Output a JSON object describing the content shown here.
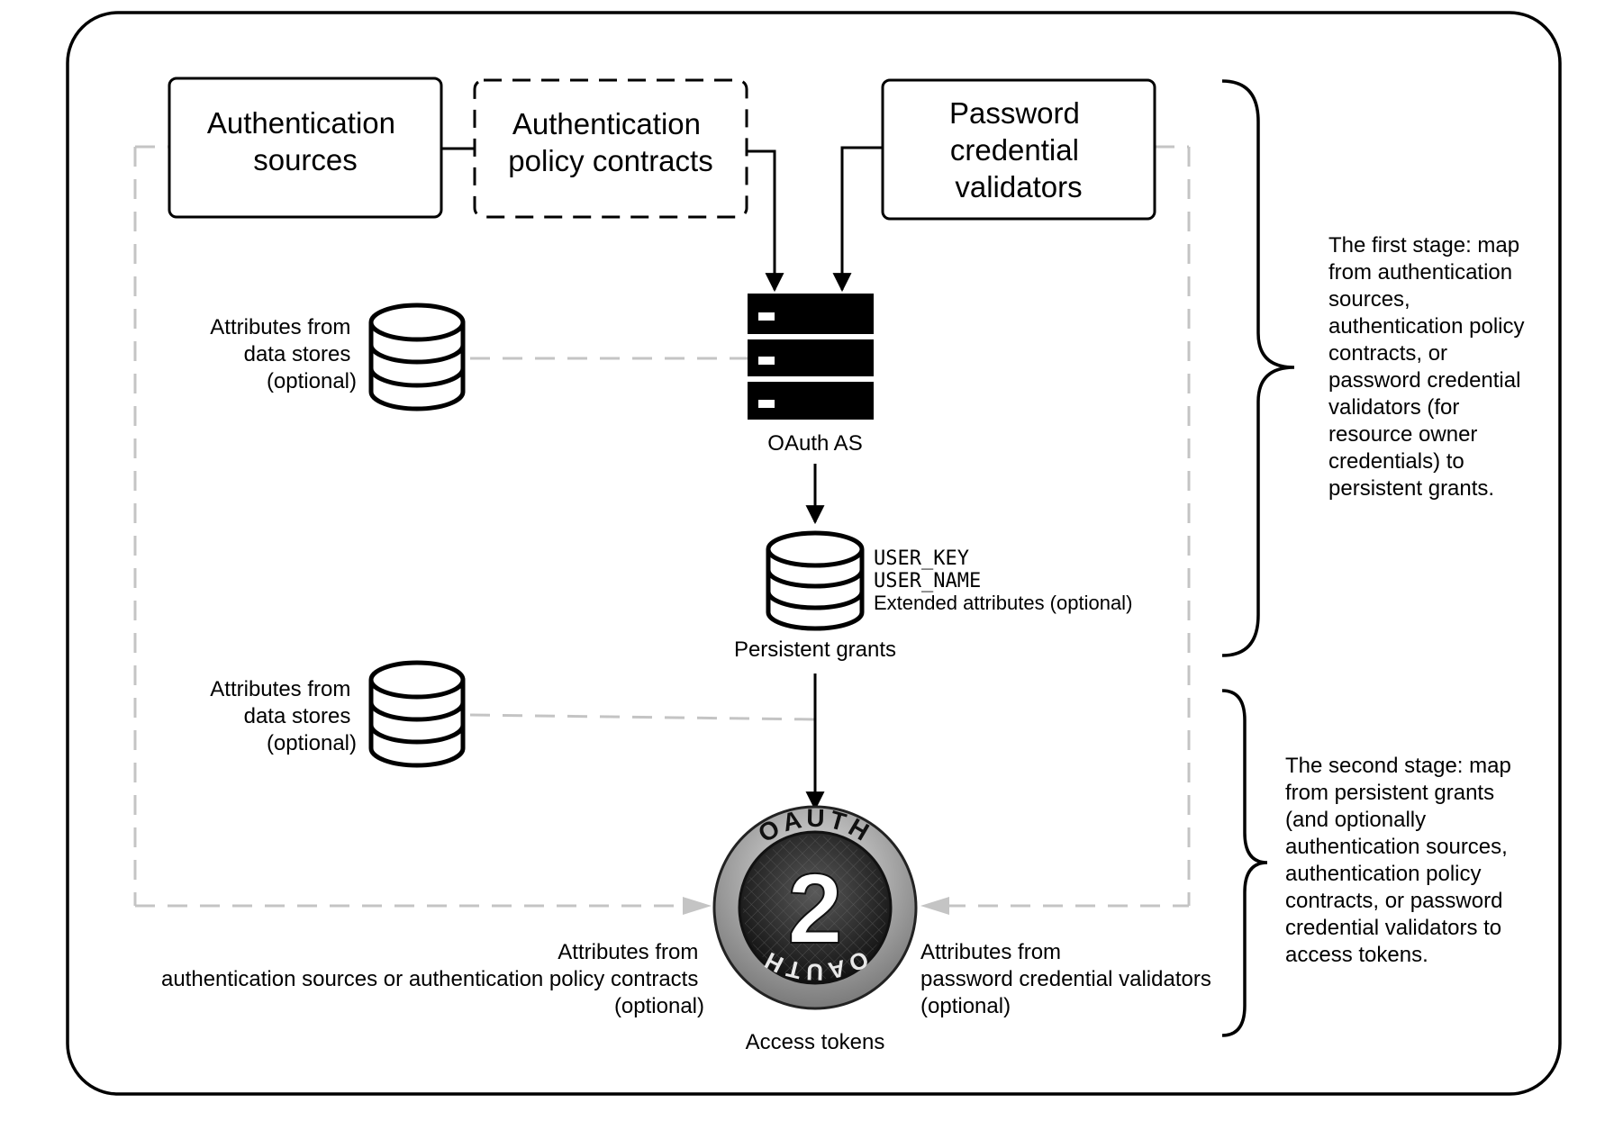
{
  "top_boxes": {
    "auth_sources": [
      "Authentication",
      "sources"
    ],
    "policy_contracts": [
      "Authentication",
      "policy contracts"
    ],
    "password_validators": [
      "Password",
      "credential",
      "validators"
    ]
  },
  "datastore_upper": {
    "label": [
      "Attributes from",
      "data stores",
      "(optional)"
    ]
  },
  "datastore_lower": {
    "label": [
      "Attributes from",
      "data stores",
      "(optional)"
    ]
  },
  "oauth_as": {
    "label": "OAuth AS"
  },
  "persistent_grants": {
    "label": "Persistent grants",
    "attributes": [
      "USER_KEY",
      "USER_NAME",
      "Extended attributes (optional)"
    ]
  },
  "access_tokens": {
    "label": "Access tokens",
    "badge_top": "OAUTH",
    "badge_bottom": "OAUTH",
    "badge_number": "2",
    "left_label": [
      "Attributes from",
      "authentication sources or authentication policy contracts",
      "(optional)"
    ],
    "right_label": [
      "Attributes from",
      "password credential validators",
      "(optional)"
    ]
  },
  "stages": {
    "first": [
      "The first stage: map",
      "from authentication",
      "sources,",
      "authentication policy",
      "contracts, or",
      "password credential",
      "validators (for",
      "resource owner",
      "credentials) to",
      "persistent grants."
    ],
    "second": [
      "The second stage: map",
      "from persistent grants",
      "(and optionally",
      "authentication sources,",
      "authentication policy",
      "contracts, or password",
      "credential validators to",
      "access tokens."
    ]
  },
  "colors": {
    "stroke": "#000000",
    "dashed_frame": "#c4c4c4",
    "badge_dark": "#1a1a1a",
    "badge_ring": "#9a9a9a",
    "background": "#ffffff"
  }
}
